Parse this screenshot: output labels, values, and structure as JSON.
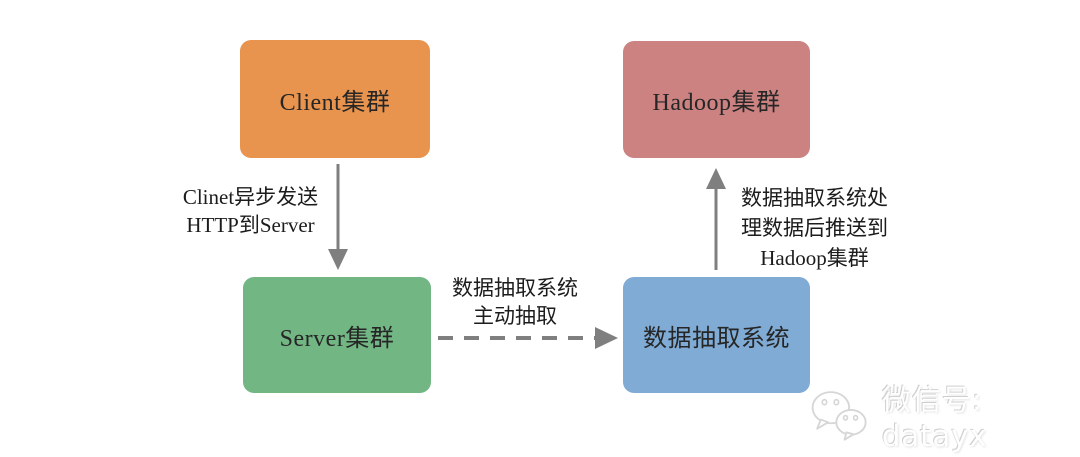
{
  "diagram": {
    "title": "",
    "arrow_color": "#7f7f7f",
    "background_color": "#ffffff",
    "nodes": [
      {
        "id": "client",
        "label": "Client集群",
        "color": "#E8944E"
      },
      {
        "id": "hadoop",
        "label": "Hadoop集群",
        "color": "#CD8282"
      },
      {
        "id": "server",
        "label": "Server集群",
        "color": "#72B684"
      },
      {
        "id": "extract",
        "label": "数据抽取系统",
        "color": "#7FABD5"
      }
    ],
    "edges": [
      {
        "from": "client",
        "to": "server",
        "style": "solid",
        "direction": "down",
        "label_lines": [
          "Clinet异步发送",
          "HTTP到Server"
        ]
      },
      {
        "from": "server",
        "to": "extract",
        "style": "dashed",
        "direction": "right",
        "label_lines": [
          "数据抽取系统",
          "主动抽取"
        ]
      },
      {
        "from": "extract",
        "to": "hadoop",
        "style": "solid",
        "direction": "up",
        "label_lines": [
          "数据抽取系统处",
          "理数据后推送到",
          "Hadoop集群"
        ]
      }
    ]
  },
  "watermark": {
    "icon": "wechat-icon",
    "text": "微信号: datayx"
  }
}
